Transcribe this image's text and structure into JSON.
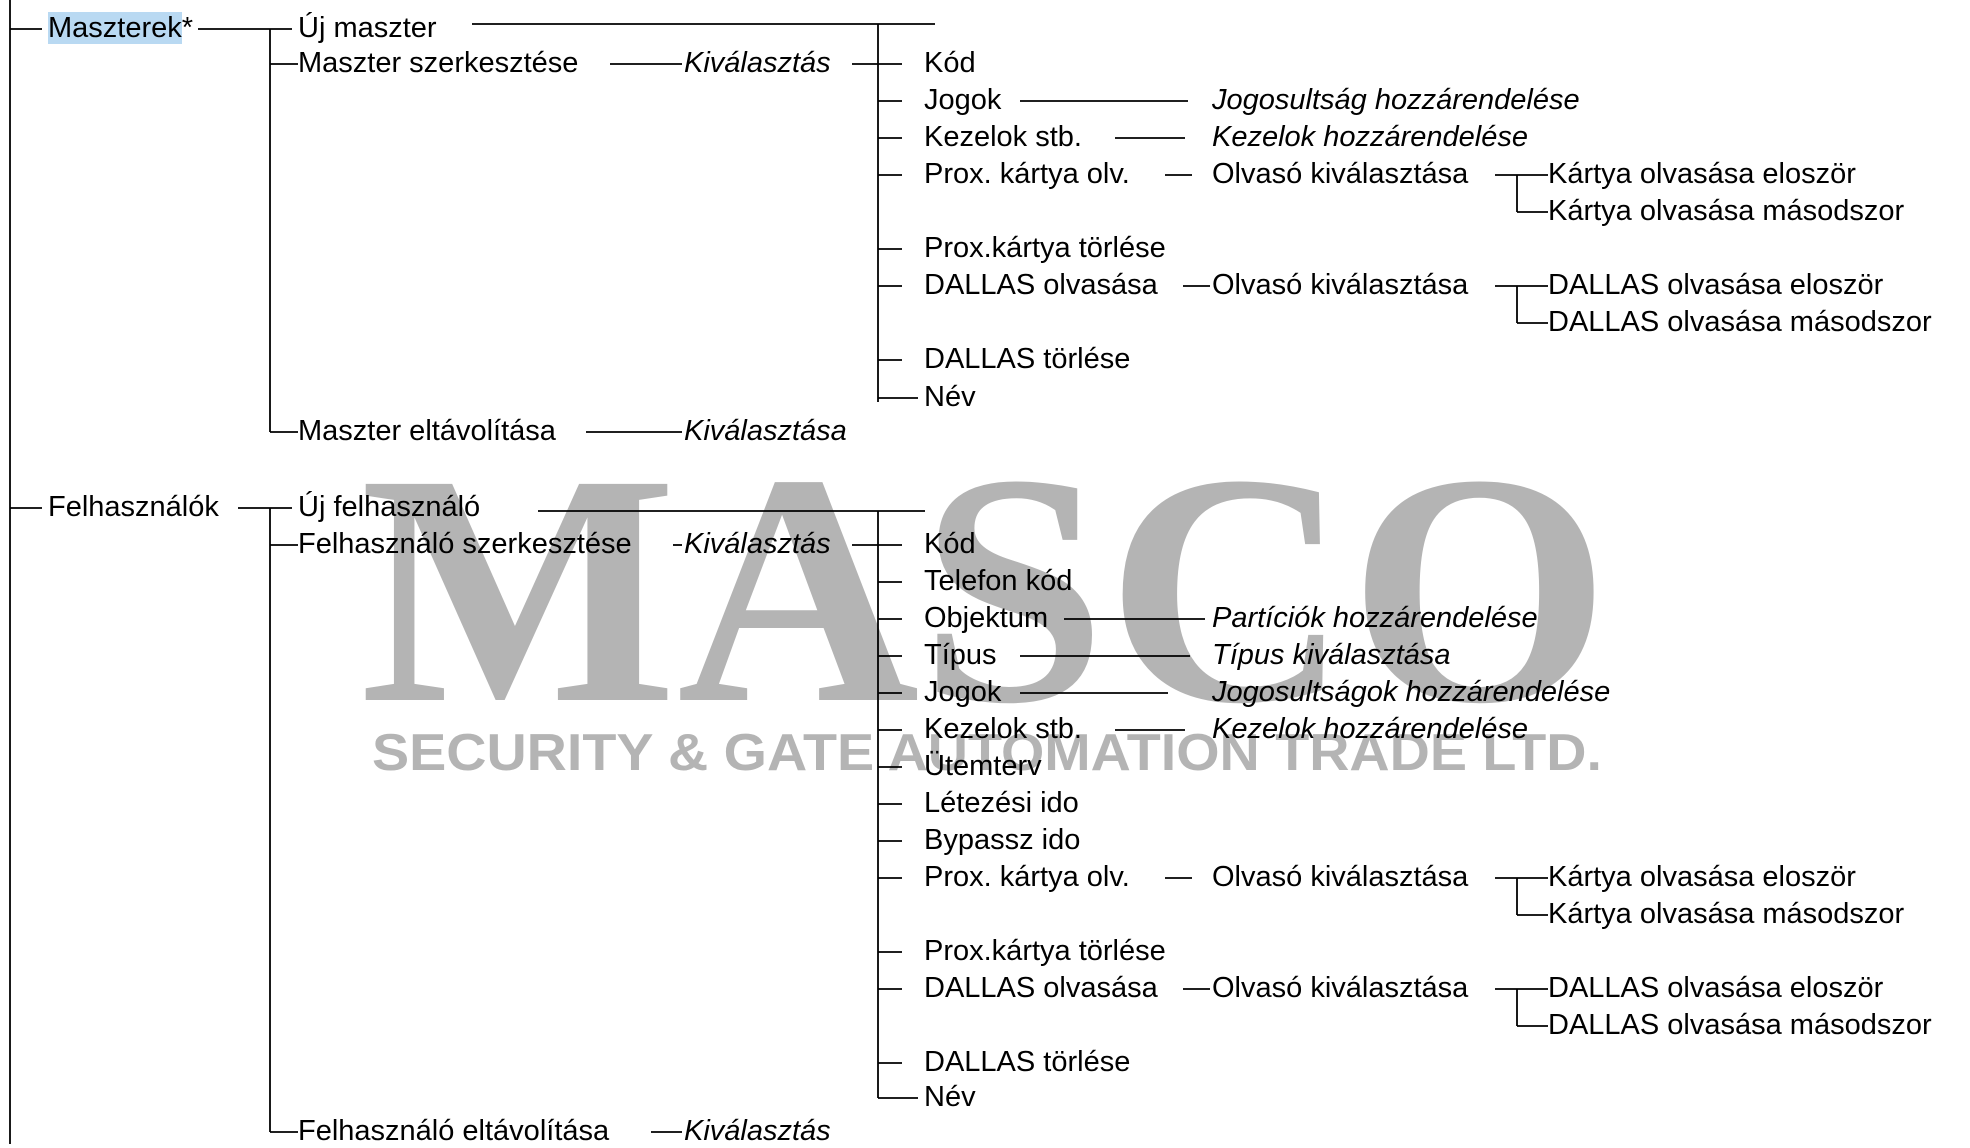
{
  "watermark": {
    "brand": "MASCO",
    "tagline": "SECURITY & GATE AUTOMATION TRADE LTD.",
    "color": "#b4b4b4"
  },
  "colors": {
    "line": "#000000",
    "highlight": "#b9d9f2"
  },
  "masters": {
    "root_label": "Maszterek",
    "root_marker": "*",
    "new": "Új maszter",
    "edit": "Maszter szerkesztése",
    "edit_select": "Kiválasztás",
    "remove": "Maszter eltávolítása",
    "remove_select": "Kiválasztása",
    "items": {
      "code": "Kód",
      "rights": "Jogok",
      "rights_assign": "Jogosultság hozzárendelése",
      "handlers": "Kezelok stb.",
      "handlers_assign": "Kezelok hozzárendelése",
      "prox_read": "Prox. kártya olv.",
      "prox_reader_select": "Olvasó kiválasztása",
      "prox_first": "Kártya olvasása eloször",
      "prox_second": "Kártya olvasása másodszor",
      "prox_delete": "Prox.kártya törlése",
      "dallas_read": "DALLAS olvasása",
      "dallas_reader_select": "Olvasó kiválasztása",
      "dallas_first": "DALLAS olvasása eloször",
      "dallas_second": "DALLAS olvasása másodszor",
      "dallas_delete": "DALLAS törlése",
      "name": "Név"
    }
  },
  "users": {
    "root_label": "Felhasználók",
    "new": "Új felhasználó",
    "edit": "Felhasználó szerkesztése",
    "edit_select": "Kiválasztás",
    "remove": "Felhasználó eltávolítása",
    "remove_select": "Kiválasztás",
    "items": {
      "code": "Kód",
      "phone_code": "Telefon kód",
      "object": "Objektum",
      "object_assign": "Partíciók hozzárendelése",
      "type": "Típus",
      "type_select": "Típus kiválasztása",
      "rights": "Jogok",
      "rights_assign": "Jogosultságok hozzárendelése",
      "handlers": "Kezelok stb.",
      "handlers_assign": "Kezelok hozzárendelése",
      "schedule": "Ütemterv",
      "lifetime": "Létezési ido",
      "bypass": "Bypassz ido",
      "prox_read": "Prox. kártya olv.",
      "prox_reader_select": "Olvasó kiválasztása",
      "prox_first": "Kártya olvasása eloször",
      "prox_second": "Kártya olvasása másodszor",
      "prox_delete": "Prox.kártya törlése",
      "dallas_read": "DALLAS olvasása",
      "dallas_reader_select": "Olvasó kiválasztása",
      "dallas_first": "DALLAS olvasása eloször",
      "dallas_second": "DALLAS olvasása másodszor",
      "dallas_delete": "DALLAS törlése",
      "name": "Név"
    }
  }
}
